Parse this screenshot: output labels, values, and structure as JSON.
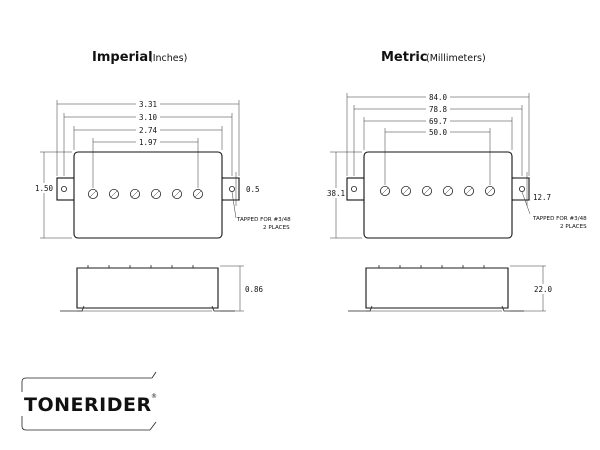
{
  "imperial": {
    "title": "Imperial",
    "unit": "(Inches)",
    "widths": [
      "3.31",
      "3.10",
      "2.74",
      "1.97"
    ],
    "height": "1.50",
    "hole_offset": "0.5",
    "note_line1": "TAPPED FOR #3/48",
    "note_line2": "2 PLACES",
    "side_height": "0.86"
  },
  "metric": {
    "title": "Metric",
    "unit": "(Millimeters)",
    "widths": [
      "84.0",
      "78.8",
      "69.7",
      "50.0"
    ],
    "height": "38.1",
    "hole_offset": "12.7",
    "note_line1": "TAPPED FOR #3/48",
    "note_line2": "2 PLACES",
    "side_height": "22.0"
  },
  "logo": {
    "brand": "TONERIDER",
    "mark": "®"
  },
  "colors": {
    "ink": "#111111",
    "background": "#ffffff"
  }
}
